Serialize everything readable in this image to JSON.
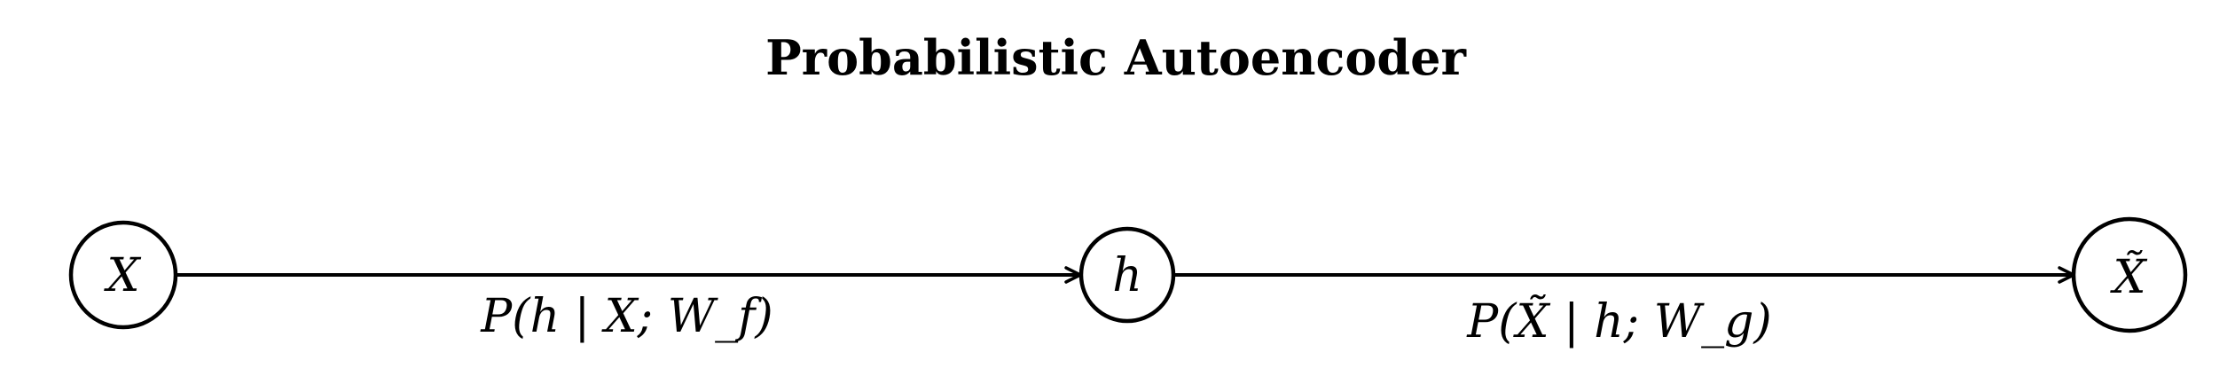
{
  "title": "Probabilistic Autoencoder",
  "nodes": [
    {
      "id": "x",
      "label": "X"
    },
    {
      "id": "h",
      "label": "h"
    },
    {
      "id": "x-tilde",
      "label": "X̃"
    }
  ],
  "edges": [
    {
      "from": "X",
      "to": "h",
      "label": "P(h | X; W_f)"
    },
    {
      "from": "h",
      "to": "X̃",
      "label": "P(X̃ | h; W_g)"
    }
  ]
}
